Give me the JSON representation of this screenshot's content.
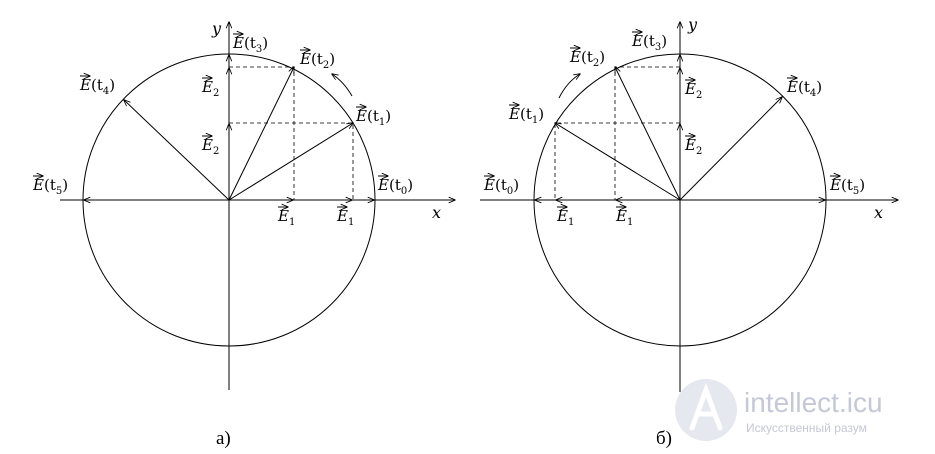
{
  "colors": {
    "line": "#000000",
    "watermark": "#c5c8d6"
  },
  "axes": {
    "x": "x",
    "y": "y"
  },
  "vector_symbol": "E",
  "panels": [
    {
      "caption": "а)",
      "labels": {
        "t0": "(t0)",
        "t1": "(t1)",
        "t2": "(t2)",
        "t3": "(t3)",
        "t4": "(t4)",
        "t5": "(t5)",
        "x1a": "1",
        "x1b": "1",
        "y2a": "2",
        "y2b": "2"
      }
    },
    {
      "caption": "б)",
      "labels": {
        "t0": "(t0)",
        "t1": "(t1)",
        "t2": "(t2)",
        "t3": "(t3)",
        "t4": "(t4)",
        "t5": "(t5)",
        "x1a": "1",
        "x1b": "1",
        "y2a": "2",
        "y2b": "2"
      }
    }
  ],
  "watermark": {
    "title": "intellect.icu",
    "subtitle": "Искусственный разум"
  }
}
